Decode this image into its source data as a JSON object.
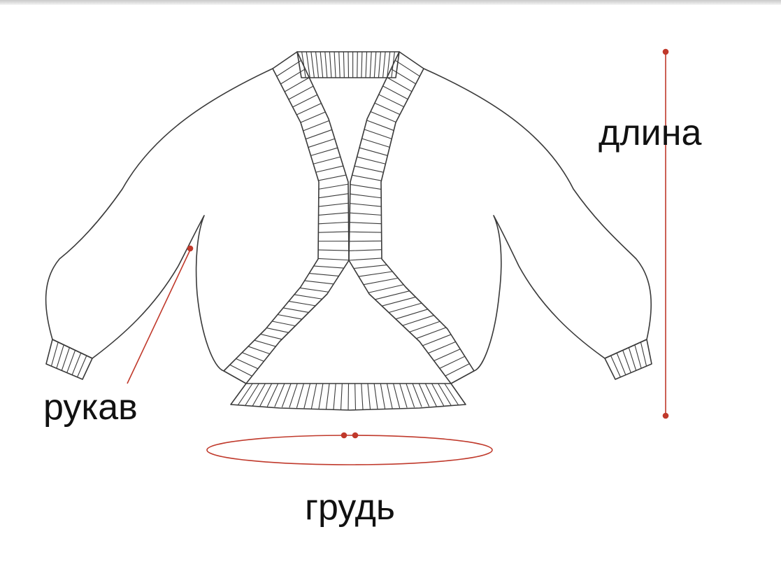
{
  "labels": {
    "length": "длина",
    "sleeve": "рукав",
    "chest": "грудь"
  },
  "colors": {
    "outline": "#3a3a3a",
    "measure": "#c0392b"
  }
}
